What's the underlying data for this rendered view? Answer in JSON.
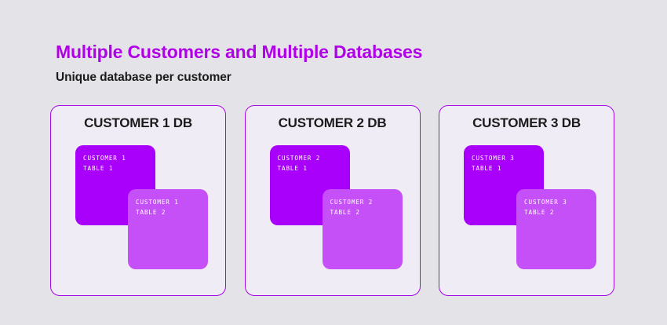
{
  "header": {
    "title": "Multiple Customers and Multiple Databases",
    "subtitle": "Unique database per customer"
  },
  "colors": {
    "page_background": "#e4e3e7",
    "title_purple": "#b000e8",
    "panel_border": "#a40ae6",
    "panel_background": "#f0ecf5",
    "card_primary": "#a800fa",
    "card_secondary": "#c650f8",
    "heading_text": "#1b1b1b",
    "card_text": "#ffffff"
  },
  "panels": [
    {
      "title": "CUSTOMER 1 DB",
      "cards": [
        {
          "line1": "CUSTOMER 1",
          "line2": "TABLE 1"
        },
        {
          "line1": "CUSTOMER 1",
          "line2": "TABLE 2"
        }
      ]
    },
    {
      "title": "CUSTOMER 2 DB",
      "cards": [
        {
          "line1": "CUSTOMER 2",
          "line2": "TABLE 1"
        },
        {
          "line1": "CUSTOMER 2",
          "line2": "TABLE 2"
        }
      ]
    },
    {
      "title": "CUSTOMER 3 DB",
      "cards": [
        {
          "line1": "CUSTOMER 3",
          "line2": "TABLE 1"
        },
        {
          "line1": "CUSTOMER 3",
          "line2": "TABLE 2"
        }
      ]
    }
  ]
}
